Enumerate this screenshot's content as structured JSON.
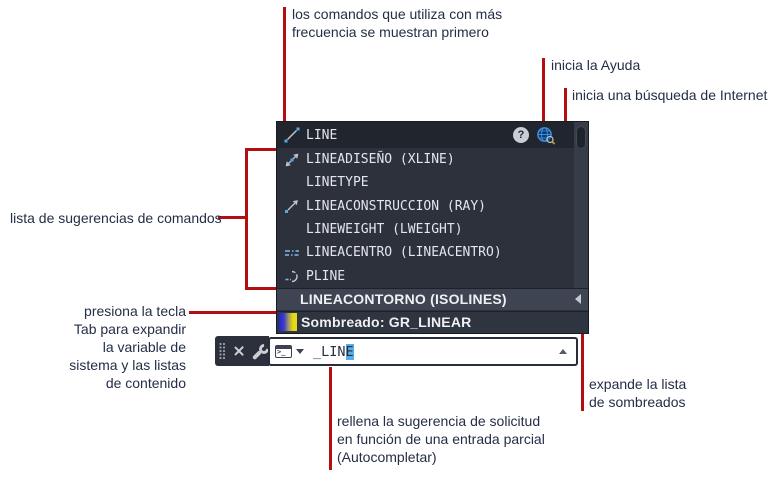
{
  "annotations": {
    "frequent": "los comandos que utiliza con más\nfrecuencia se muestran primero",
    "help": "inicia la Ayuda",
    "internet": "inicia una búsqueda de Internet",
    "suggestions": "lista de sugerencias de comandos",
    "tab": "presiona la tecla\nTab para expandir\nla variable de\nsistema y las listas\nde contenido",
    "autocomplete": "rellena la sugerencia de solicitud\nen función de una entrada parcial\n(Autocompletar)",
    "hatch": "expande la lista\nde sombreados"
  },
  "panel": {
    "top_item": {
      "label": "LINE"
    },
    "help_glyph": "?",
    "items": [
      {
        "label": "LINEADISEÑO (XLINE)"
      },
      {
        "label": "LINETYPE"
      },
      {
        "label": "LINEACONSTRUCCION (RAY)"
      },
      {
        "label": "LINEWEIGHT (LWEIGHT)"
      },
      {
        "label": "LINEACENTRO (LINEACENTRO)"
      },
      {
        "label": "PLINE"
      }
    ],
    "sysvar": {
      "label": "LINEACONTORNO (ISOLINES)"
    },
    "hatch": {
      "label": "Sombreado: GR_LINEAR"
    }
  },
  "command_bar": {
    "typed": "_LIN",
    "autocompleted": "E"
  },
  "colors": {
    "callout_red": "#b30e12",
    "annotation_ink": "#252e47",
    "panel_bg": "#2c313c",
    "panel_top_row_bg": "#21252d",
    "highlight_row_bg": "#3e4452",
    "hatch_row_bg": "#2e3440",
    "autocomplete_highlight": "#57aee6",
    "globe_blue": "#3e8ede",
    "swatch_blue": "#2424d6",
    "swatch_yellow": "#e6d813"
  }
}
